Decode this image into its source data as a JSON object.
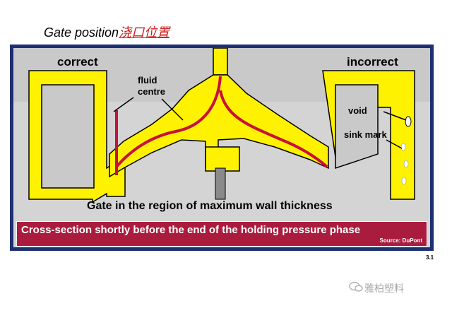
{
  "title": {
    "text": "Gate position",
    "text_cn": "浇口位置"
  },
  "labels": {
    "correct": "correct",
    "incorrect": "incorrect",
    "fluid_line1": "fluid",
    "fluid_line2": "centre",
    "void": "void",
    "sink_mark": "sink mark",
    "gate_caption": "Gate in the region of maximum wall thickness"
  },
  "banner": {
    "text": "Cross-section shortly before the end of the holding pressure phase",
    "source": "Source: DuPont"
  },
  "page_number": "3.1",
  "watermark": "雅柏塑料",
  "colors": {
    "frame_border": "#1e2f72",
    "mold_grey": "#c9c9c9",
    "melt_yellow": "#fff200",
    "fluid_core_red": "#c8103a",
    "banner_red": "#aa1c3e"
  }
}
